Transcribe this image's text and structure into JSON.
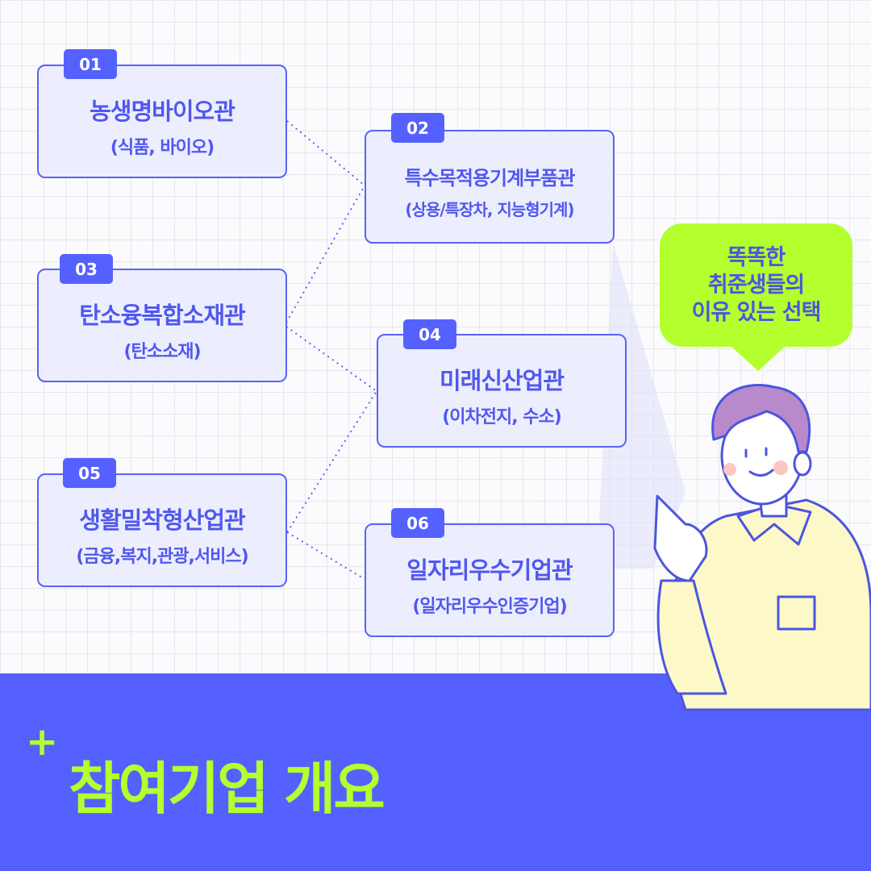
{
  "cards": [
    {
      "num": "01",
      "title": "농생명바이오관",
      "sub": "(식품, 바이오)"
    },
    {
      "num": "02",
      "title": "특수목적용기계부품관",
      "sub": "(상용/특장차, 지능형기계)"
    },
    {
      "num": "03",
      "title": "탄소융복합소재관",
      "sub": "(탄소소재)"
    },
    {
      "num": "04",
      "title": "미래신산업관",
      "sub": "(이차전지, 수소)"
    },
    {
      "num": "05",
      "title": "생활밀착형산업관",
      "sub": "(금융,복지,관광,서비스)"
    },
    {
      "num": "06",
      "title": "일자리우수기업관",
      "sub": "(일자리우수인증기업)"
    }
  ],
  "bubble": {
    "line1": "똑똑한",
    "line2": "취준생들의",
    "line3": "이유 있는 선택"
  },
  "footer": {
    "plus": "+",
    "title": "참여기업 개요"
  },
  "colors": {
    "primary": "#5561ff",
    "accent": "#b4ff2e",
    "card_bg": "#eceefe"
  }
}
